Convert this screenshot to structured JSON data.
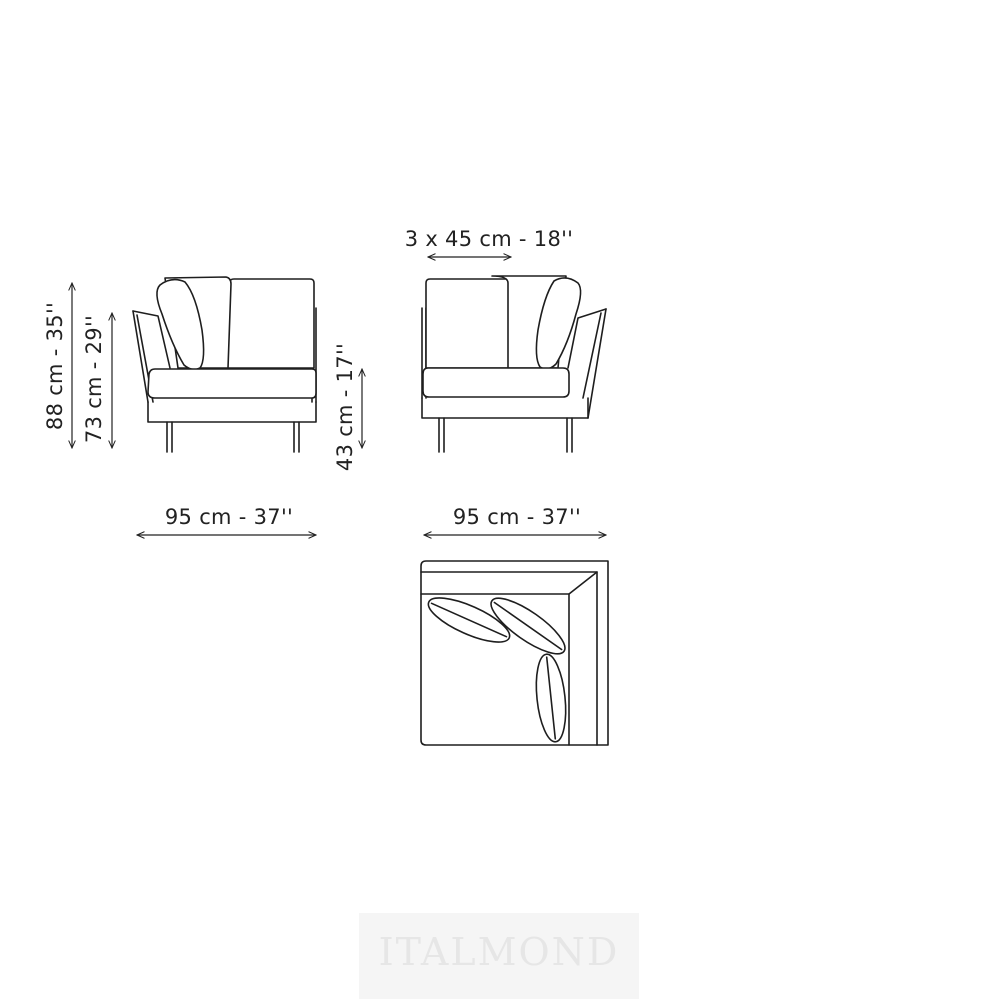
{
  "dimensions": {
    "total_height": "88 cm - 35''",
    "armrest_height": "73 cm - 29''",
    "seat_height": "43 cm - 17''",
    "width_front": "95 cm - 37''",
    "width_plan": "95 cm - 37''",
    "cushion_width": "3 x 45 cm - 18''"
  },
  "watermark": "ITALMOND",
  "colors": {
    "line": "#1e1e1e",
    "text": "#222222",
    "watermark": "#e6e6e6"
  }
}
